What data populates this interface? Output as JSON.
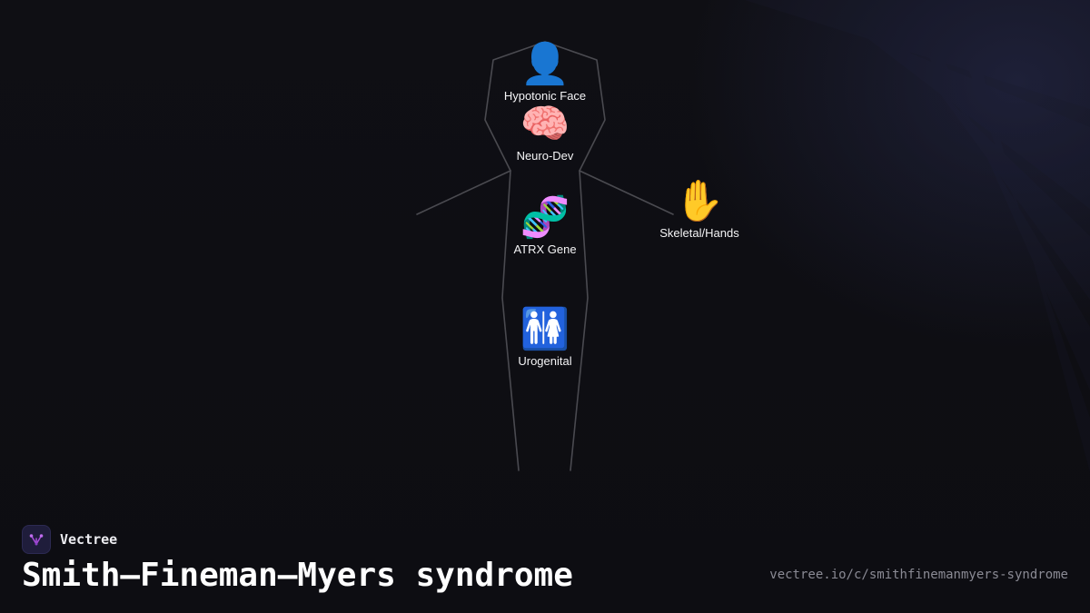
{
  "diagram": {
    "nodes": [
      {
        "id": "face",
        "icon": "person-silhouette-icon",
        "glyph": "👤",
        "label": "Hypotonic Face"
      },
      {
        "id": "neuro",
        "icon": "brain-icon",
        "glyph": "🧠",
        "label": "Neuro-Dev"
      },
      {
        "id": "gene",
        "icon": "dna-icon",
        "glyph": "🧬",
        "label": "ATRX Gene"
      },
      {
        "id": "skeletal",
        "icon": "raised-hand-icon",
        "glyph": "✋",
        "label": "Skeletal/Hands"
      },
      {
        "id": "uro",
        "icon": "restroom-icon",
        "glyph": "🚻",
        "label": "Urogenital"
      }
    ]
  },
  "brand": {
    "name": "Vectree",
    "logo_icon": "vectree-logo-icon"
  },
  "footer": {
    "title": "Smith–Fineman–Myers syndrome",
    "url": "vectree.io/c/smithfinemanmyers-syndrome"
  },
  "colors": {
    "background": "#0e0e13",
    "outline": "#4a4a50",
    "text": "#ffffff",
    "url": "#8a8a94",
    "logo_accent": "#a64bd8"
  }
}
